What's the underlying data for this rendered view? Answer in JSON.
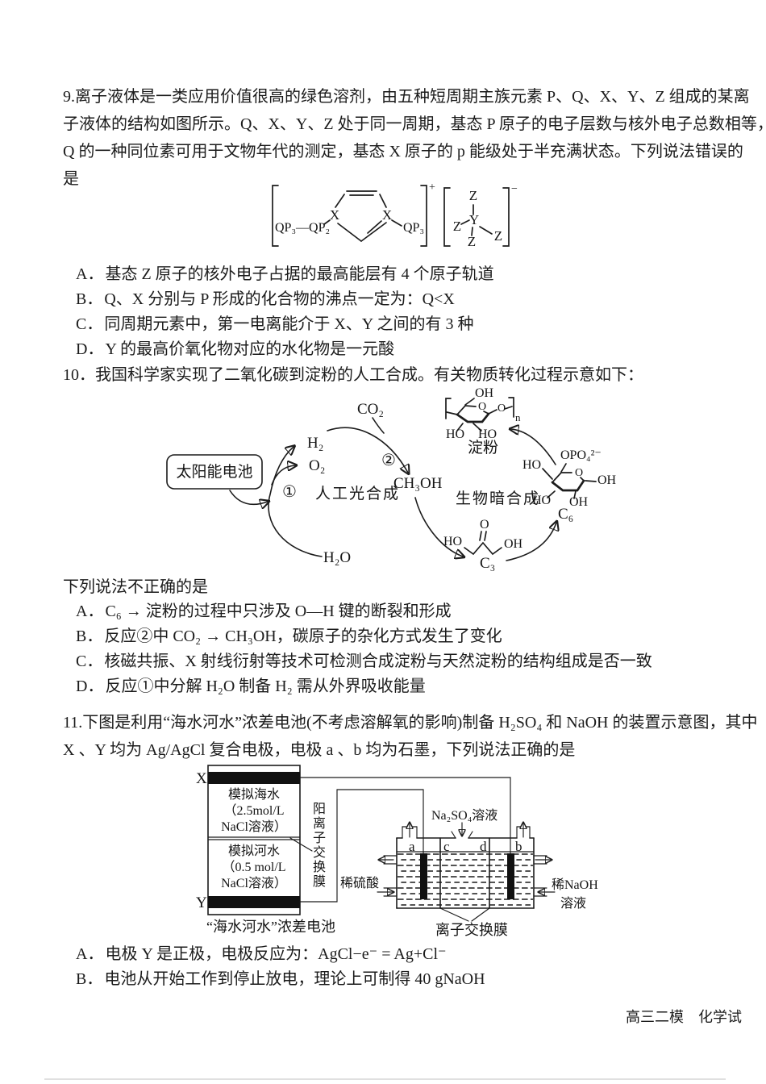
{
  "page": {
    "footer": "高三二模　化学试"
  },
  "q9": {
    "stem": [
      "9.离子液体是一类应用价值很高的绿色溶剂，由五种短周期主族元素 P、Q、X、Y、Z 组成的某离",
      "子液体的结构如图所示。Q、X、Y、Z 处于同一周期，基态 P 原子的电子层数与核外电子总数相等，",
      "Q 的一种同位素可用于文物年代的测定，基态 X 原子的 p 能级处于半充满状态。下列说法错误的",
      "是"
    ],
    "structure": {
      "qp_chain": "QP₃—QP₂",
      "qp_right": "QP₃",
      "x": "X",
      "y": "Y",
      "z": "Z",
      "cation_charge": "+",
      "anion_charge": "−"
    },
    "options": [
      {
        "label": "A．",
        "text": "基态 Z 原子的核外电子占据的最高能层有 4 个原子轨道"
      },
      {
        "label": "B．",
        "text": "Q、X 分别与 P 形成的化合物的沸点一定为：Q<X"
      },
      {
        "label": "C．",
        "text": "同周期元素中，第一电离能介于 X、Y 之间的有 3 种"
      },
      {
        "label": "D．",
        "text": "Y 的最高价氧化物对应的水化物是一元酸"
      }
    ]
  },
  "q10": {
    "stem": "10．我国科学家实现了二氧化碳到淀粉的人工合成。有关物质转化过程示意如下：",
    "diagram": {
      "solar_cell": "太阳能电池",
      "step1": "①",
      "step2": "②",
      "h2": "H₂",
      "o2": "O₂",
      "h2o": "H₂O",
      "co2": "CO₂",
      "ch3oh": "CH₃OH",
      "artificial_photosynthesis": "人工光合成",
      "biological_dark_synthesis": "生物暗合成",
      "starch": "淀粉",
      "c6": "C₆",
      "c3": "C₃",
      "oh": "OH",
      "ho": "HO",
      "ring_o": "O",
      "opo4": "OPO₄²⁻",
      "poly_n": "n"
    },
    "lead": "下列说法不正确的是",
    "options": [
      {
        "label": "A．",
        "text": "C₆ → 淀粉的过程中只涉及 O—H 键的断裂和形成"
      },
      {
        "label": "B．",
        "text": "反应②中 CO₂ → CH₃OH，碳原子的杂化方式发生了变化"
      },
      {
        "label": "C．",
        "text": "核磁共振、X 射线衍射等技术可检测合成淀粉与天然淀粉的结构组成是否一致"
      },
      {
        "label": "D．",
        "text": "反应①中分解 H₂O 制备 H₂ 需从外界吸收能量"
      }
    ]
  },
  "q11": {
    "stem": [
      "11.下图是利用“海水河水”浓差电池(不考虑溶解氧的影响)制备 H₂SO₄ 和 NaOH 的装置示意图，其中",
      "X 、Y 均为 Ag/AgCl 复合电极，电极 a 、b 均为石墨，下列说法正确的是"
    ],
    "diagram": {
      "electrode_x": "X",
      "electrode_y": "Y",
      "seawater": [
        "模拟海水",
        "（2.5mol/L",
        "NaCl溶液）"
      ],
      "river": [
        "模拟河水",
        "（0.5 mol/L",
        "NaCl溶液）"
      ],
      "cation_membrane": "阳离子交换膜",
      "battery_caption": "“海水河水”浓差电池",
      "na2so4": "Na₂SO₄溶液",
      "a": "a",
      "b": "b",
      "c": "c",
      "d": "d",
      "dilute_h2so4": "稀硫酸",
      "dilute_naoh_1": "稀NaOH",
      "dilute_naoh_2": "溶液",
      "ion_membrane": "离子交换膜"
    },
    "options": [
      {
        "label": "A．",
        "text": "电极 Y 是正极，电极反应为：AgCl−e⁻ = Ag+Cl⁻"
      },
      {
        "label": "B．",
        "text": "电池从开始工作到停止放电，理论上可制得 40 gNaOH"
      }
    ]
  }
}
